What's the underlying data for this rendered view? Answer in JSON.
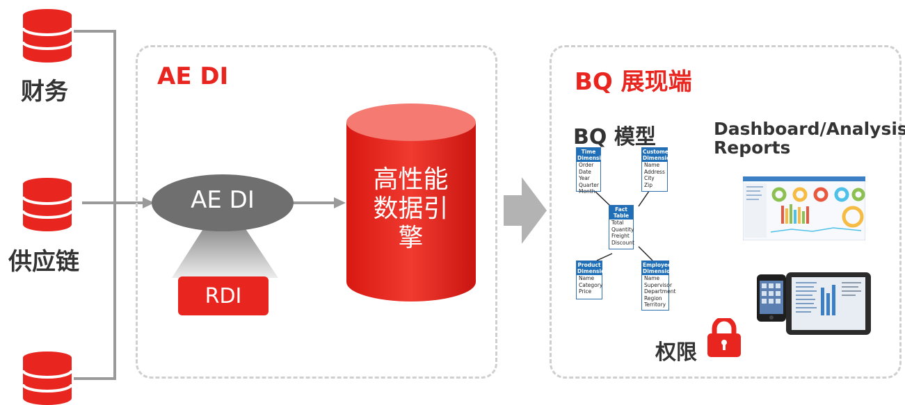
{
  "sources": [
    {
      "label": "财务"
    },
    {
      "label": "供应链"
    },
    {
      "label": ""
    }
  ],
  "di_panel": {
    "title": "AE DI",
    "node_label": "AE DI",
    "rdi_label": "RDI",
    "engine_label": "高性能数据引擎"
  },
  "bq_panel": {
    "title": "BQ 展现端",
    "model_title": "BQ 模型",
    "dash_title_line1": "Dashboard/Analysis/",
    "dash_title_line2": "Reports",
    "perm_label": "权限"
  },
  "star_schema": {
    "time": {
      "header": [
        "Time",
        "Dimension"
      ],
      "rows": [
        "Order Date",
        "Year",
        "Quarter",
        "Month"
      ]
    },
    "customer": {
      "header": [
        "Customer",
        "Dimension"
      ],
      "rows": [
        "Name",
        "Address",
        "City",
        "Zip"
      ]
    },
    "fact": {
      "header": [
        "Fact",
        "Table"
      ],
      "rows": [
        "Total",
        "Quantity",
        "Freight",
        "Discount"
      ]
    },
    "product": {
      "header": [
        "Product",
        "Dimension"
      ],
      "rows": [
        "Name",
        "Category",
        "Price"
      ]
    },
    "employee": {
      "header": [
        "Employee",
        "Dimension"
      ],
      "rows": [
        "Name",
        "Supervisor",
        "Department",
        "Region",
        "Territory"
      ]
    }
  },
  "colors": {
    "accent": "#e8251f",
    "connector": "#9a9a9a",
    "node_gray": "#6f6f6f",
    "panel_border": "#cfcfcf",
    "table_header": "#1f6fb8"
  },
  "icons": [
    "database-icon",
    "database-icon",
    "database-icon",
    "lock-icon",
    "tablet-icon",
    "phone-icon"
  ]
}
